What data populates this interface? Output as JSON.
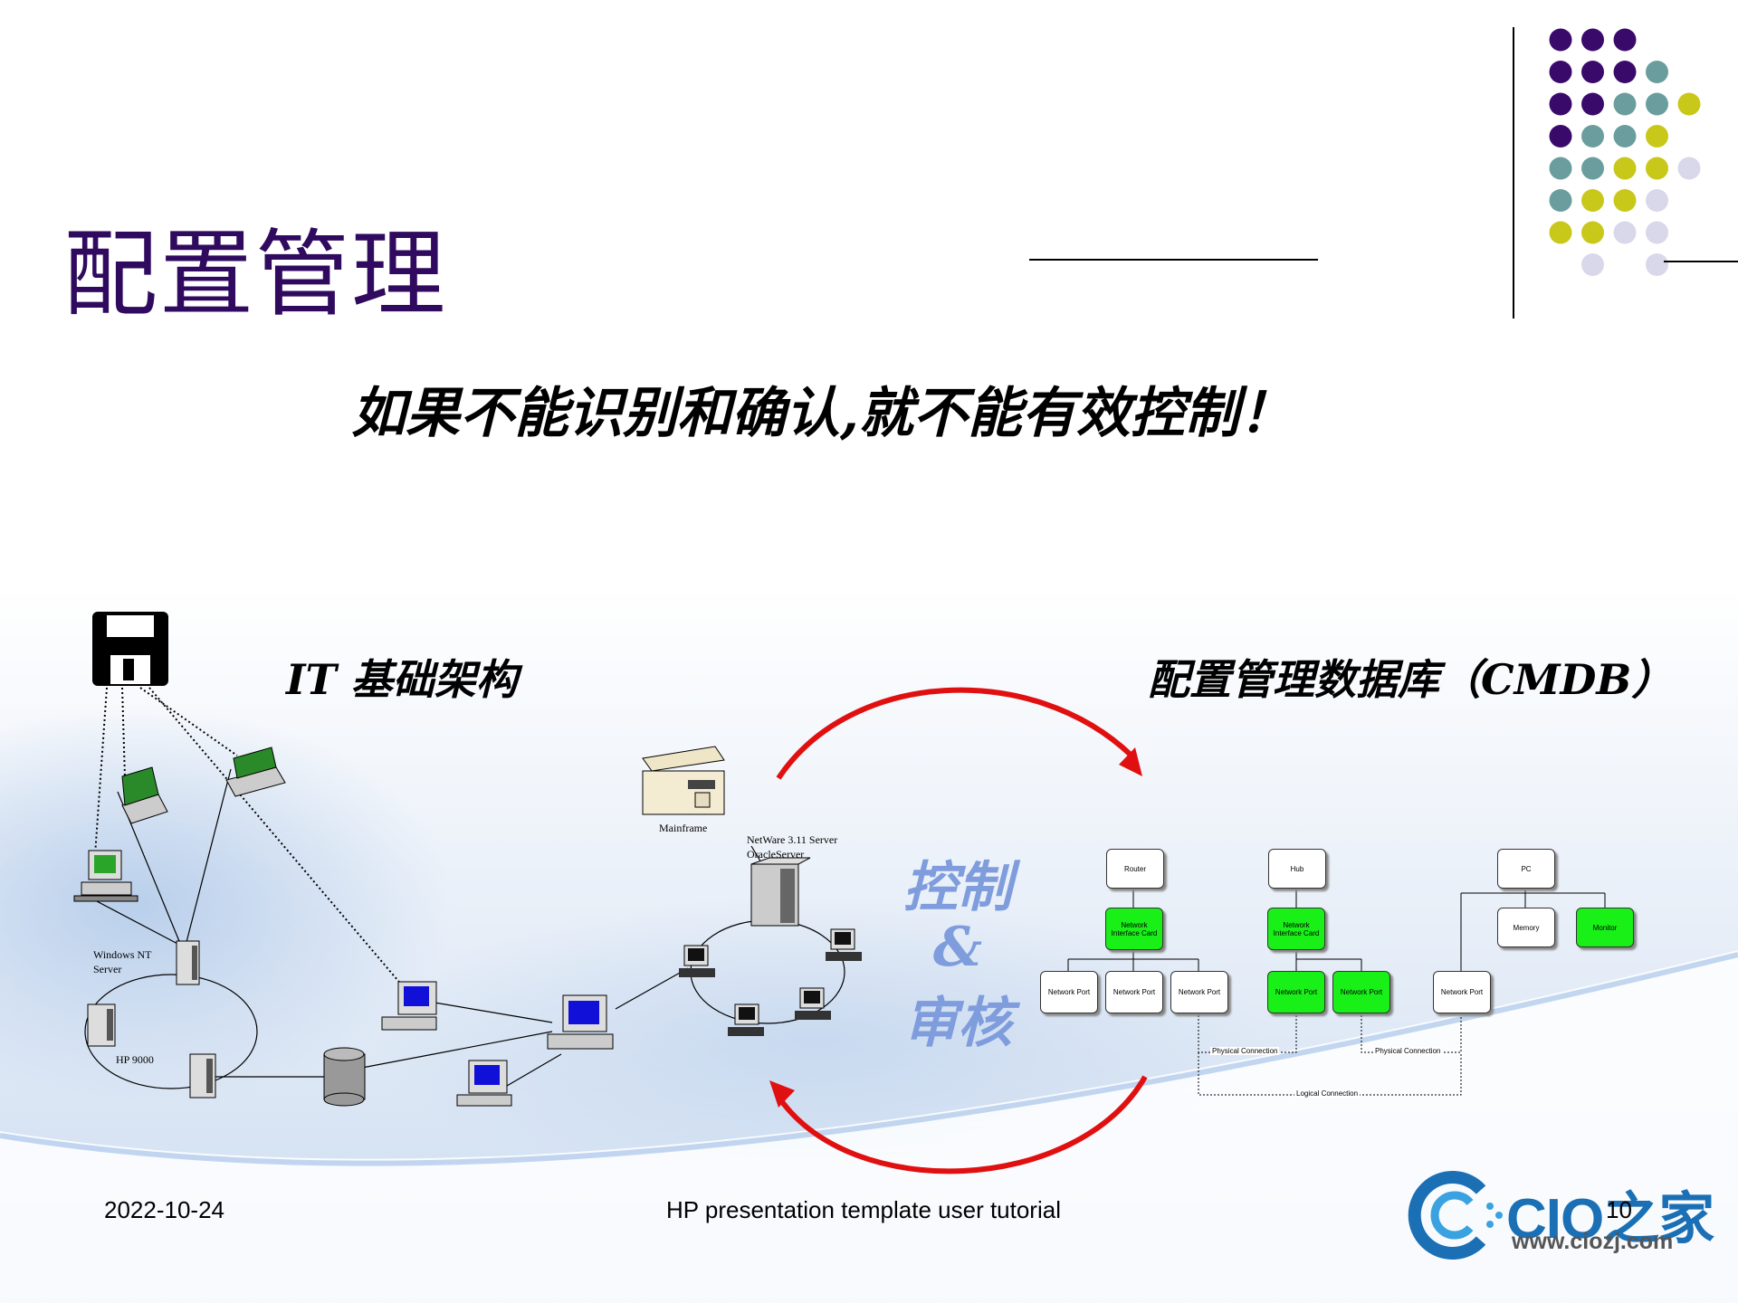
{
  "slide": {
    "title": "配置管理",
    "subtitle": "如果不能识别和确认,就不能有效控制！",
    "left_heading": "IT 基础架构",
    "right_heading": "配置管理数据库（CMDB）",
    "center_text": {
      "line1": "控制",
      "line2": "&",
      "line3": "审核"
    }
  },
  "network_labels": {
    "mainframe": "Mainframe",
    "netware": "NetWare 3.11 Server",
    "oracle": "OracleServer",
    "windows_nt": "Windows NT",
    "server": "Server",
    "hp9000": "HP 9000"
  },
  "cmdb_diagram": {
    "router": "Router",
    "hub": "Hub",
    "pc": "PC",
    "nic_line1": "Network",
    "nic_line2": "Interface Card",
    "network_port": "Network Port",
    "memory": "Memory",
    "monitor": "Monitor",
    "physical_connection": "Physical Connection",
    "logical_connection": "Logical Connection"
  },
  "footer": {
    "date": "2022-10-24",
    "center": "HP presentation template user tutorial",
    "page": "10"
  },
  "logo": {
    "name": "CIO之家",
    "url": "www.ciozj.com"
  },
  "colors": {
    "title": "#2f0a5f",
    "dot_purple": "#3a0a6a",
    "dot_teal": "#6a9e9e",
    "dot_yellow": "#c8c81a",
    "dot_lavender": "#d8d8ea",
    "arrow_red": "#e01010",
    "control_text": "#7f9ddd",
    "green_box": "#18f018"
  },
  "icons": [
    "floppy-disk-icon",
    "laptop-icon",
    "desktop-computer-icon",
    "server-tower-icon",
    "database-cylinder-icon",
    "mainframe-icon"
  ]
}
